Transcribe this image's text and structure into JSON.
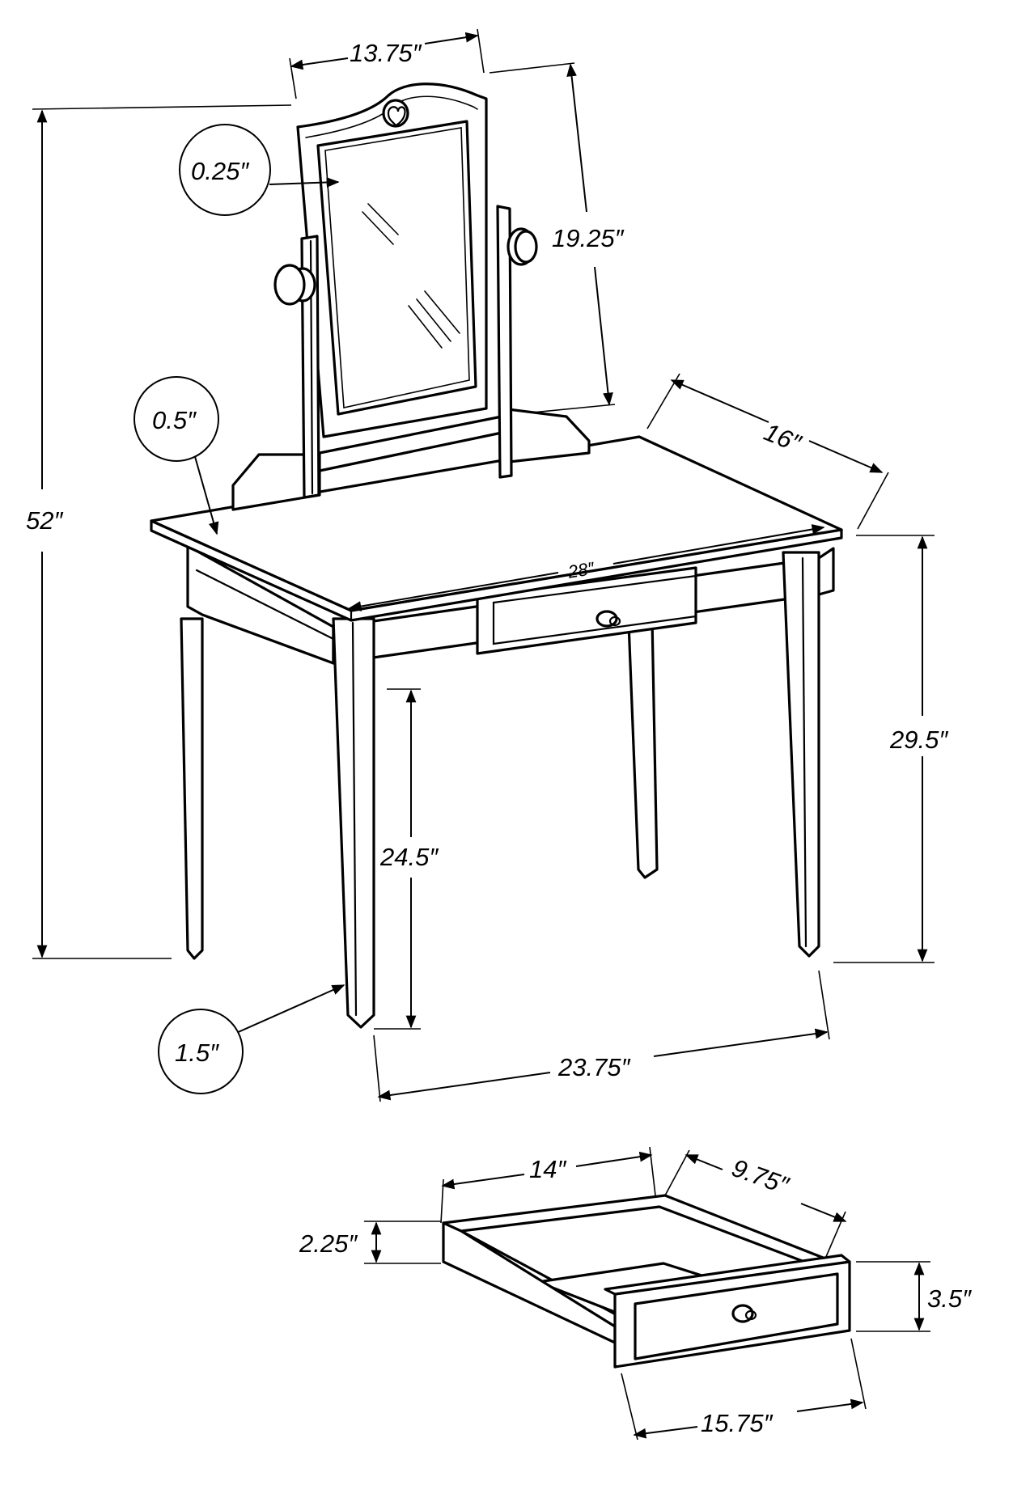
{
  "dimensions": {
    "mirror_width": "13.75″",
    "mirror_height": "19.25″",
    "overall_height": "52″",
    "glass_thickness": "0.25″",
    "top_thickness": "0.5″",
    "table_depth": "16″",
    "table_width": "28″",
    "table_height": "29.5″",
    "knee_clearance": "24.5″",
    "leg_size": "1.5″",
    "leg_span": "23.75″",
    "drawer_width": "14″",
    "drawer_depth": "9.75″",
    "drawer_side_height": "2.25″",
    "drawer_front_height": "3.5″",
    "drawer_front_width": "15.75″"
  }
}
